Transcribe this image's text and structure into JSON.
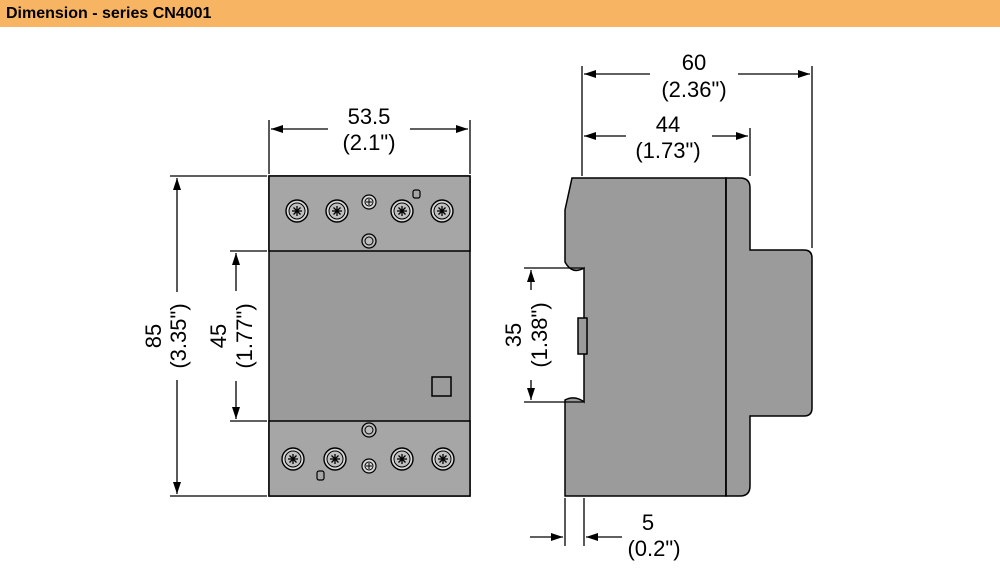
{
  "header": {
    "title": "Dimension - series CN4001"
  },
  "front_view": {
    "width": {
      "mm": "53.5",
      "inch": "(2.1\")"
    },
    "height": {
      "mm": "85",
      "inch": "(3.35\")"
    },
    "middle": {
      "mm": "45",
      "inch": "(1.77\")"
    }
  },
  "side_view": {
    "depth_total": {
      "mm": "60",
      "inch": "(2.36\")"
    },
    "depth_body": {
      "mm": "44",
      "inch": "(1.73\")"
    },
    "rail": {
      "mm": "35",
      "inch": "(1.38\")"
    },
    "clip": {
      "mm": "5",
      "inch": "(0.2\")"
    }
  },
  "colors": {
    "header": "#f7b563",
    "body": "#9b9b9b",
    "terminal": "#a8a8a8",
    "line": "#000000"
  }
}
